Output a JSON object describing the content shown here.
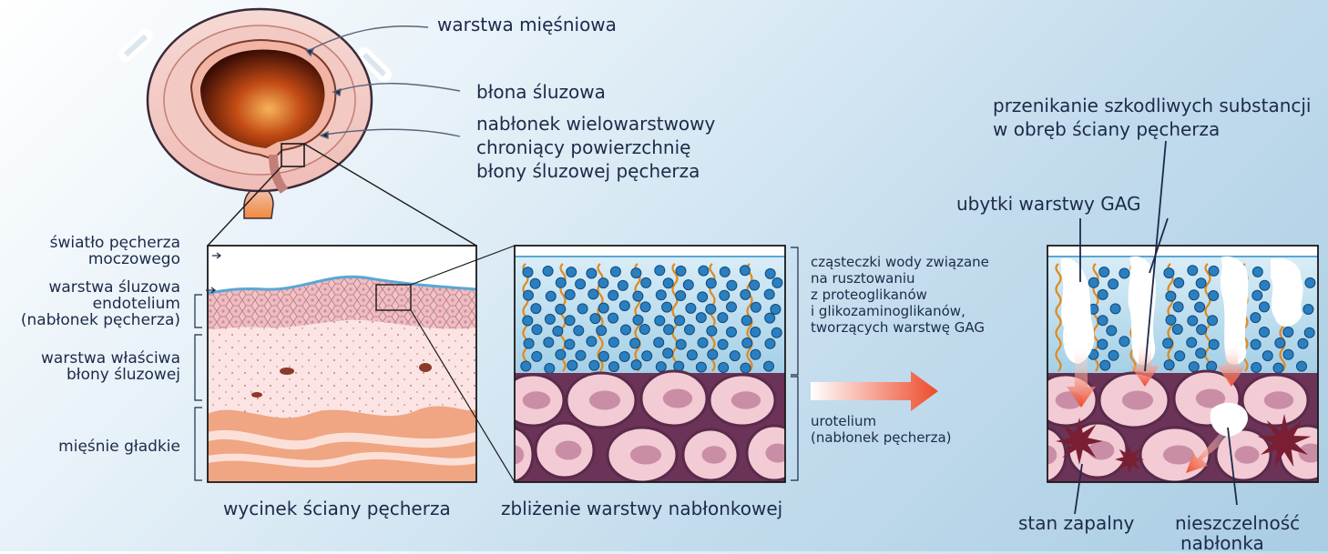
{
  "bladder": {
    "muscle_layer": "warstwa mięśniowa",
    "mucosa": "błona śluzowa",
    "epithelium_line1": "nabłonek wielowarstwowy",
    "epithelium_line2": "chroniący powierzchnię",
    "epithelium_line3": "błony śluzowej pęcherza"
  },
  "wall_section": {
    "lumen_line1": "światło pęcherza",
    "lumen_line2": "moczowego",
    "mucous_layer": "warstwa śluzowa",
    "endothelium_line1": "endotelium",
    "endothelium_line2": "(nabłonek pęcherza)",
    "lamina_line1": "warstwa właściwa",
    "lamina_line2": "błony  śluzowej",
    "smooth_muscle": "mięśnie gładkie",
    "caption": "wycinek ściany pęcherza"
  },
  "closeup": {
    "caption": "zbliżenie warstwy nabłonkowej",
    "gag_line1": "cząsteczki wody związane",
    "gag_line2": "na rusztowaniu",
    "gag_line3": "z proteoglikanów",
    "gag_line4": "i glikozaminoglikanów,",
    "gag_line5": "tworzących warstwę GAG",
    "urothelium_line1": "urotelium",
    "urothelium_line2": "(nabłonek pęcherza)"
  },
  "damaged": {
    "penetration_line1": "przenikanie szkodliwych substancji",
    "penetration_line2": "w obręb ściany pęcherza",
    "gag_loss": "ubytki warstwy GAG",
    "inflammation": "stan zapalny",
    "leakage_line1": "nieszczelność",
    "leakage_line2": "nabłonka"
  },
  "colors": {
    "text": "#1d2a4a",
    "molecule": "#2a7fc0",
    "fiber": "#e08a1e",
    "cell_fill": "#f2cbd4",
    "cell_border": "#5a2a4a",
    "nucleus": "#c98ea5",
    "inflammation": "#7a1f33",
    "arrow": "#ee4a2a"
  }
}
